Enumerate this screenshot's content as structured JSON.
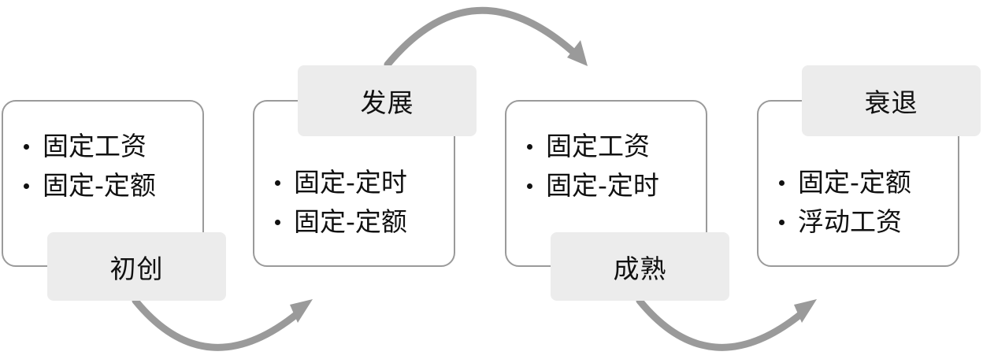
{
  "stages": [
    {
      "title": "初创",
      "items": [
        "固定工资",
        "固定-定额"
      ]
    },
    {
      "title": "发展",
      "items": [
        "固定-定时",
        "固定-定额"
      ]
    },
    {
      "title": "成熟",
      "items": [
        "固定工资",
        "固定-定时"
      ]
    },
    {
      "title": "衰退",
      "items": [
        "固定-定额",
        "浮动工资"
      ]
    }
  ],
  "colors": {
    "box_border": "#9a9a9a",
    "label_fill": "#ececec",
    "arrow": "#9a9a9a",
    "text": "#111111"
  }
}
